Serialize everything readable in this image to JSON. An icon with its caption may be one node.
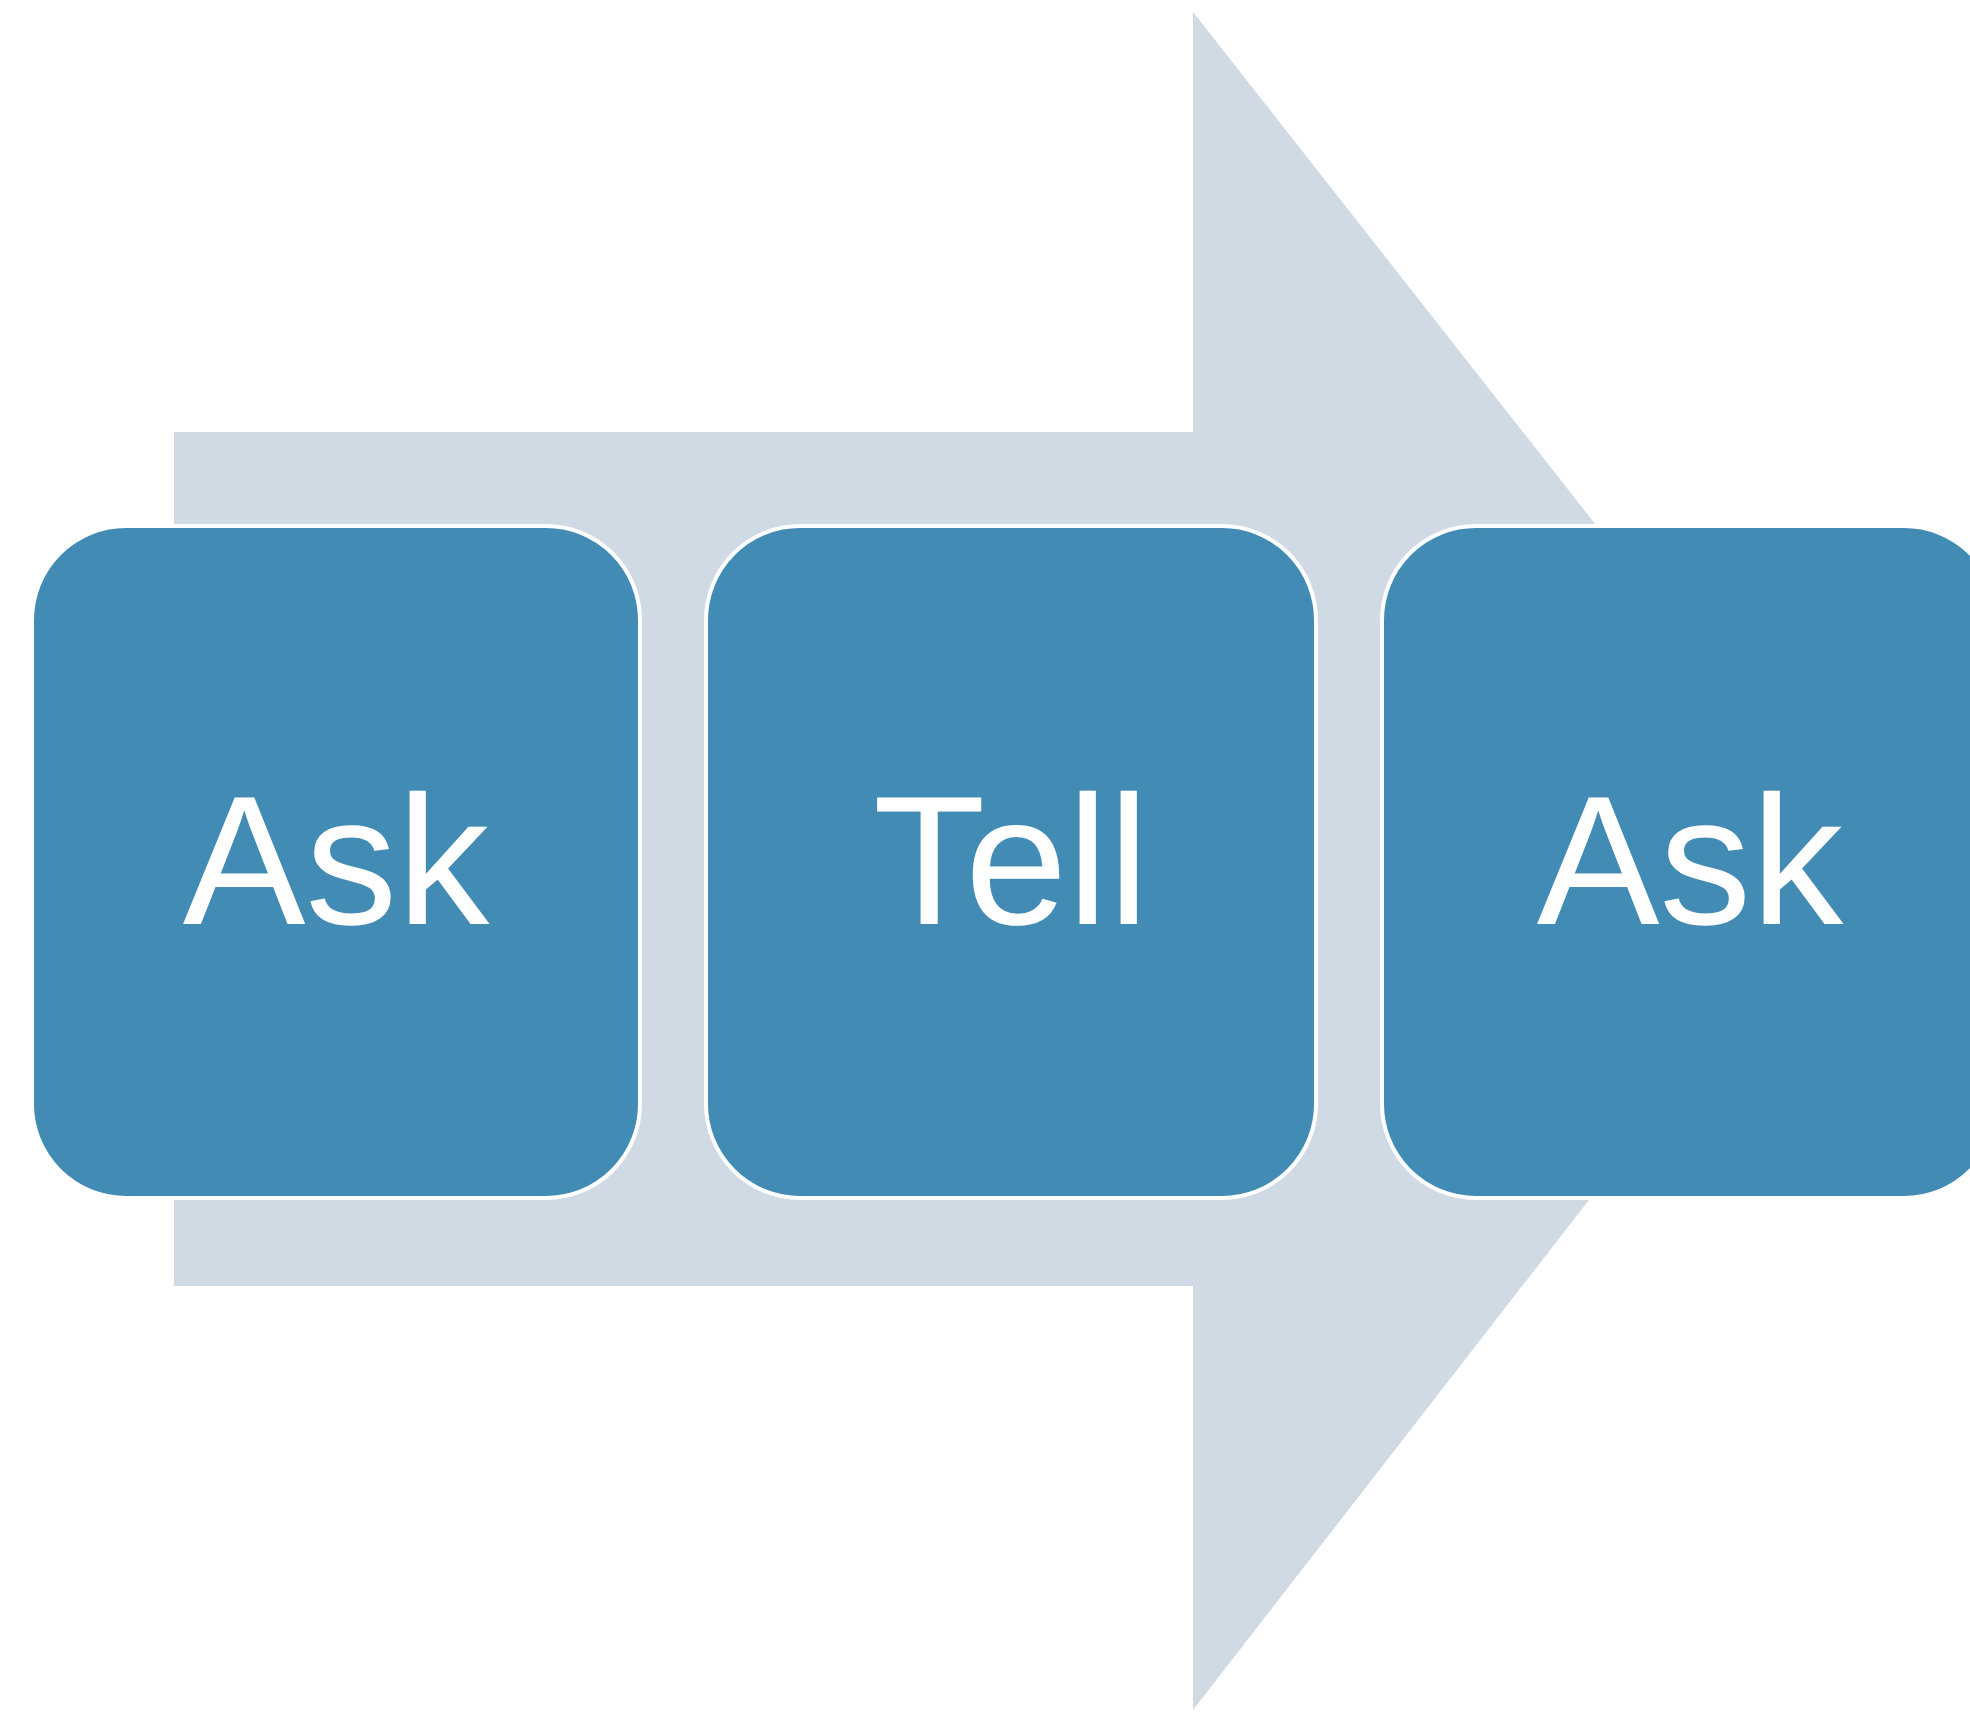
{
  "diagram": {
    "nodes": [
      {
        "text": [
          "Ask"
        ]
      },
      {
        "text": [
          "Tell"
        ]
      },
      {
        "text": [
          "Ask"
        ]
      }
    ],
    "edges": [
      {
        "from": 0,
        "to": 2,
        "arrow": "to"
      }
    ]
  }
}
